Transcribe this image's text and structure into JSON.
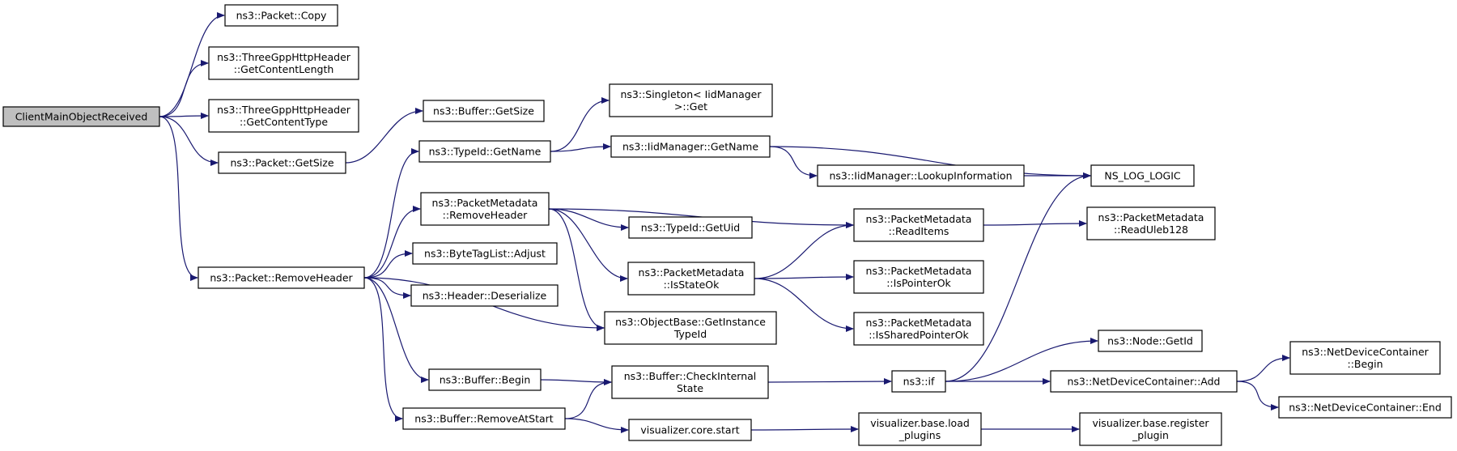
{
  "nodes": [
    {
      "id": "root",
      "lines": [
        "ClientMainObjectReceived"
      ],
      "root": true
    },
    {
      "id": "copy",
      "lines": [
        "ns3::Packet::Copy"
      ]
    },
    {
      "id": "getcontentlength",
      "lines": [
        "ns3::ThreeGppHttpHeader",
        "::GetContentLength"
      ]
    },
    {
      "id": "getcontenttype",
      "lines": [
        "ns3::ThreeGppHttpHeader",
        "::GetContentType"
      ]
    },
    {
      "id": "packetgetsize",
      "lines": [
        "ns3::Packet::GetSize"
      ]
    },
    {
      "id": "removeheader",
      "lines": [
        "ns3::Packet::RemoveHeader"
      ]
    },
    {
      "id": "buffergetsize",
      "lines": [
        "ns3::Buffer::GetSize"
      ]
    },
    {
      "id": "typeidgetname",
      "lines": [
        "ns3::TypeId::GetName"
      ]
    },
    {
      "id": "pmremoveheader",
      "lines": [
        "ns3::PacketMetadata",
        "::RemoveHeader"
      ]
    },
    {
      "id": "bytetaglistadjust",
      "lines": [
        "ns3::ByteTagList::Adjust"
      ]
    },
    {
      "id": "headerdeserialize",
      "lines": [
        "ns3::Header::Deserialize"
      ]
    },
    {
      "id": "bufferbegin",
      "lines": [
        "ns3::Buffer::Begin"
      ]
    },
    {
      "id": "bufferremoveatstart",
      "lines": [
        "ns3::Buffer::RemoveAtStart"
      ]
    },
    {
      "id": "singletonget",
      "lines": [
        "ns3::Singleton< IidManager",
        ">::Get"
      ]
    },
    {
      "id": "iidmanagergetname",
      "lines": [
        "ns3::IidManager::GetName"
      ]
    },
    {
      "id": "typeidgetuid",
      "lines": [
        "ns3::TypeId::GetUid"
      ]
    },
    {
      "id": "pmisstateok",
      "lines": [
        "ns3::PacketMetadata",
        "::IsStateOk"
      ]
    },
    {
      "id": "objectbasegetinstancetypeid",
      "lines": [
        "ns3::ObjectBase::GetInstance",
        "TypeId"
      ]
    },
    {
      "id": "buffercheckinternalstate",
      "lines": [
        "ns3::Buffer::CheckInternal",
        "State"
      ]
    },
    {
      "id": "visualizercorestart",
      "lines": [
        "visualizer.core.start"
      ]
    },
    {
      "id": "iidmanagerlookupinformation",
      "lines": [
        "ns3::IidManager::LookupInformation"
      ]
    },
    {
      "id": "pmreaditems",
      "lines": [
        "ns3::PacketMetadata",
        "::ReadItems"
      ]
    },
    {
      "id": "pmispointerok",
      "lines": [
        "ns3::PacketMetadata",
        "::IsPointerOk"
      ]
    },
    {
      "id": "pmissharedpointerok",
      "lines": [
        "ns3::PacketMetadata",
        "::IsSharedPointerOk"
      ]
    },
    {
      "id": "ns3if",
      "lines": [
        "ns3::if"
      ]
    },
    {
      "id": "visualizerbaseloadplugins",
      "lines": [
        "visualizer.base.load",
        "_plugins"
      ]
    },
    {
      "id": "nslogLogic",
      "lines": [
        "NS_LOG_LOGIC"
      ]
    },
    {
      "id": "pmreaduleb128",
      "lines": [
        "ns3::PacketMetadata",
        "::ReadUleb128"
      ]
    },
    {
      "id": "nodegetid",
      "lines": [
        "ns3::Node::GetId"
      ]
    },
    {
      "id": "netdevicecontaineradd",
      "lines": [
        "ns3::NetDeviceContainer::Add"
      ]
    },
    {
      "id": "visualizerbaseregisterplugin",
      "lines": [
        "visualizer.base.register",
        "_plugin"
      ]
    },
    {
      "id": "netdevicecontainerbegin",
      "lines": [
        "ns3::NetDeviceContainer",
        "::Begin"
      ]
    },
    {
      "id": "netdevicecontainerend",
      "lines": [
        "ns3::NetDeviceContainer::End"
      ]
    }
  ],
  "edges": [
    [
      "root",
      "copy"
    ],
    [
      "root",
      "getcontentlength"
    ],
    [
      "root",
      "getcontenttype"
    ],
    [
      "root",
      "packetgetsize"
    ],
    [
      "root",
      "removeheader"
    ],
    [
      "packetgetsize",
      "buffergetsize"
    ],
    [
      "removeheader",
      "typeidgetname"
    ],
    [
      "removeheader",
      "pmremoveheader"
    ],
    [
      "removeheader",
      "bytetaglistadjust"
    ],
    [
      "removeheader",
      "headerdeserialize"
    ],
    [
      "removeheader",
      "objectbasegetinstancetypeid"
    ],
    [
      "removeheader",
      "bufferbegin"
    ],
    [
      "removeheader",
      "bufferremoveatstart"
    ],
    [
      "typeidgetname",
      "singletonget"
    ],
    [
      "typeidgetname",
      "iidmanagergetname"
    ],
    [
      "iidmanagergetname",
      "nslogLogic"
    ],
    [
      "iidmanagergetname",
      "iidmanagerlookupinformation"
    ],
    [
      "iidmanagerlookupinformation",
      "nslogLogic"
    ],
    [
      "pmremoveheader",
      "pmreaditems"
    ],
    [
      "pmremoveheader",
      "typeidgetuid"
    ],
    [
      "pmremoveheader",
      "pmisstateok"
    ],
    [
      "pmremoveheader",
      "objectbasegetinstancetypeid"
    ],
    [
      "pmisstateok",
      "pmreaditems"
    ],
    [
      "pmisstateok",
      "pmispointerok"
    ],
    [
      "pmisstateok",
      "pmissharedpointerok"
    ],
    [
      "pmreaditems",
      "pmreaduleb128"
    ],
    [
      "bufferbegin",
      "buffercheckinternalstate"
    ],
    [
      "bufferremoveatstart",
      "buffercheckinternalstate"
    ],
    [
      "bufferremoveatstart",
      "visualizercorestart"
    ],
    [
      "buffercheckinternalstate",
      "ns3if"
    ],
    [
      "ns3if",
      "nslogLogic"
    ],
    [
      "ns3if",
      "nodegetid"
    ],
    [
      "ns3if",
      "netdevicecontaineradd"
    ],
    [
      "netdevicecontaineradd",
      "netdevicecontainerbegin"
    ],
    [
      "netdevicecontaineradd",
      "netdevicecontainerend"
    ],
    [
      "visualizercorestart",
      "visualizerbaseloadplugins"
    ],
    [
      "visualizerbaseloadplugins",
      "visualizerbaseregisterplugin"
    ]
  ]
}
